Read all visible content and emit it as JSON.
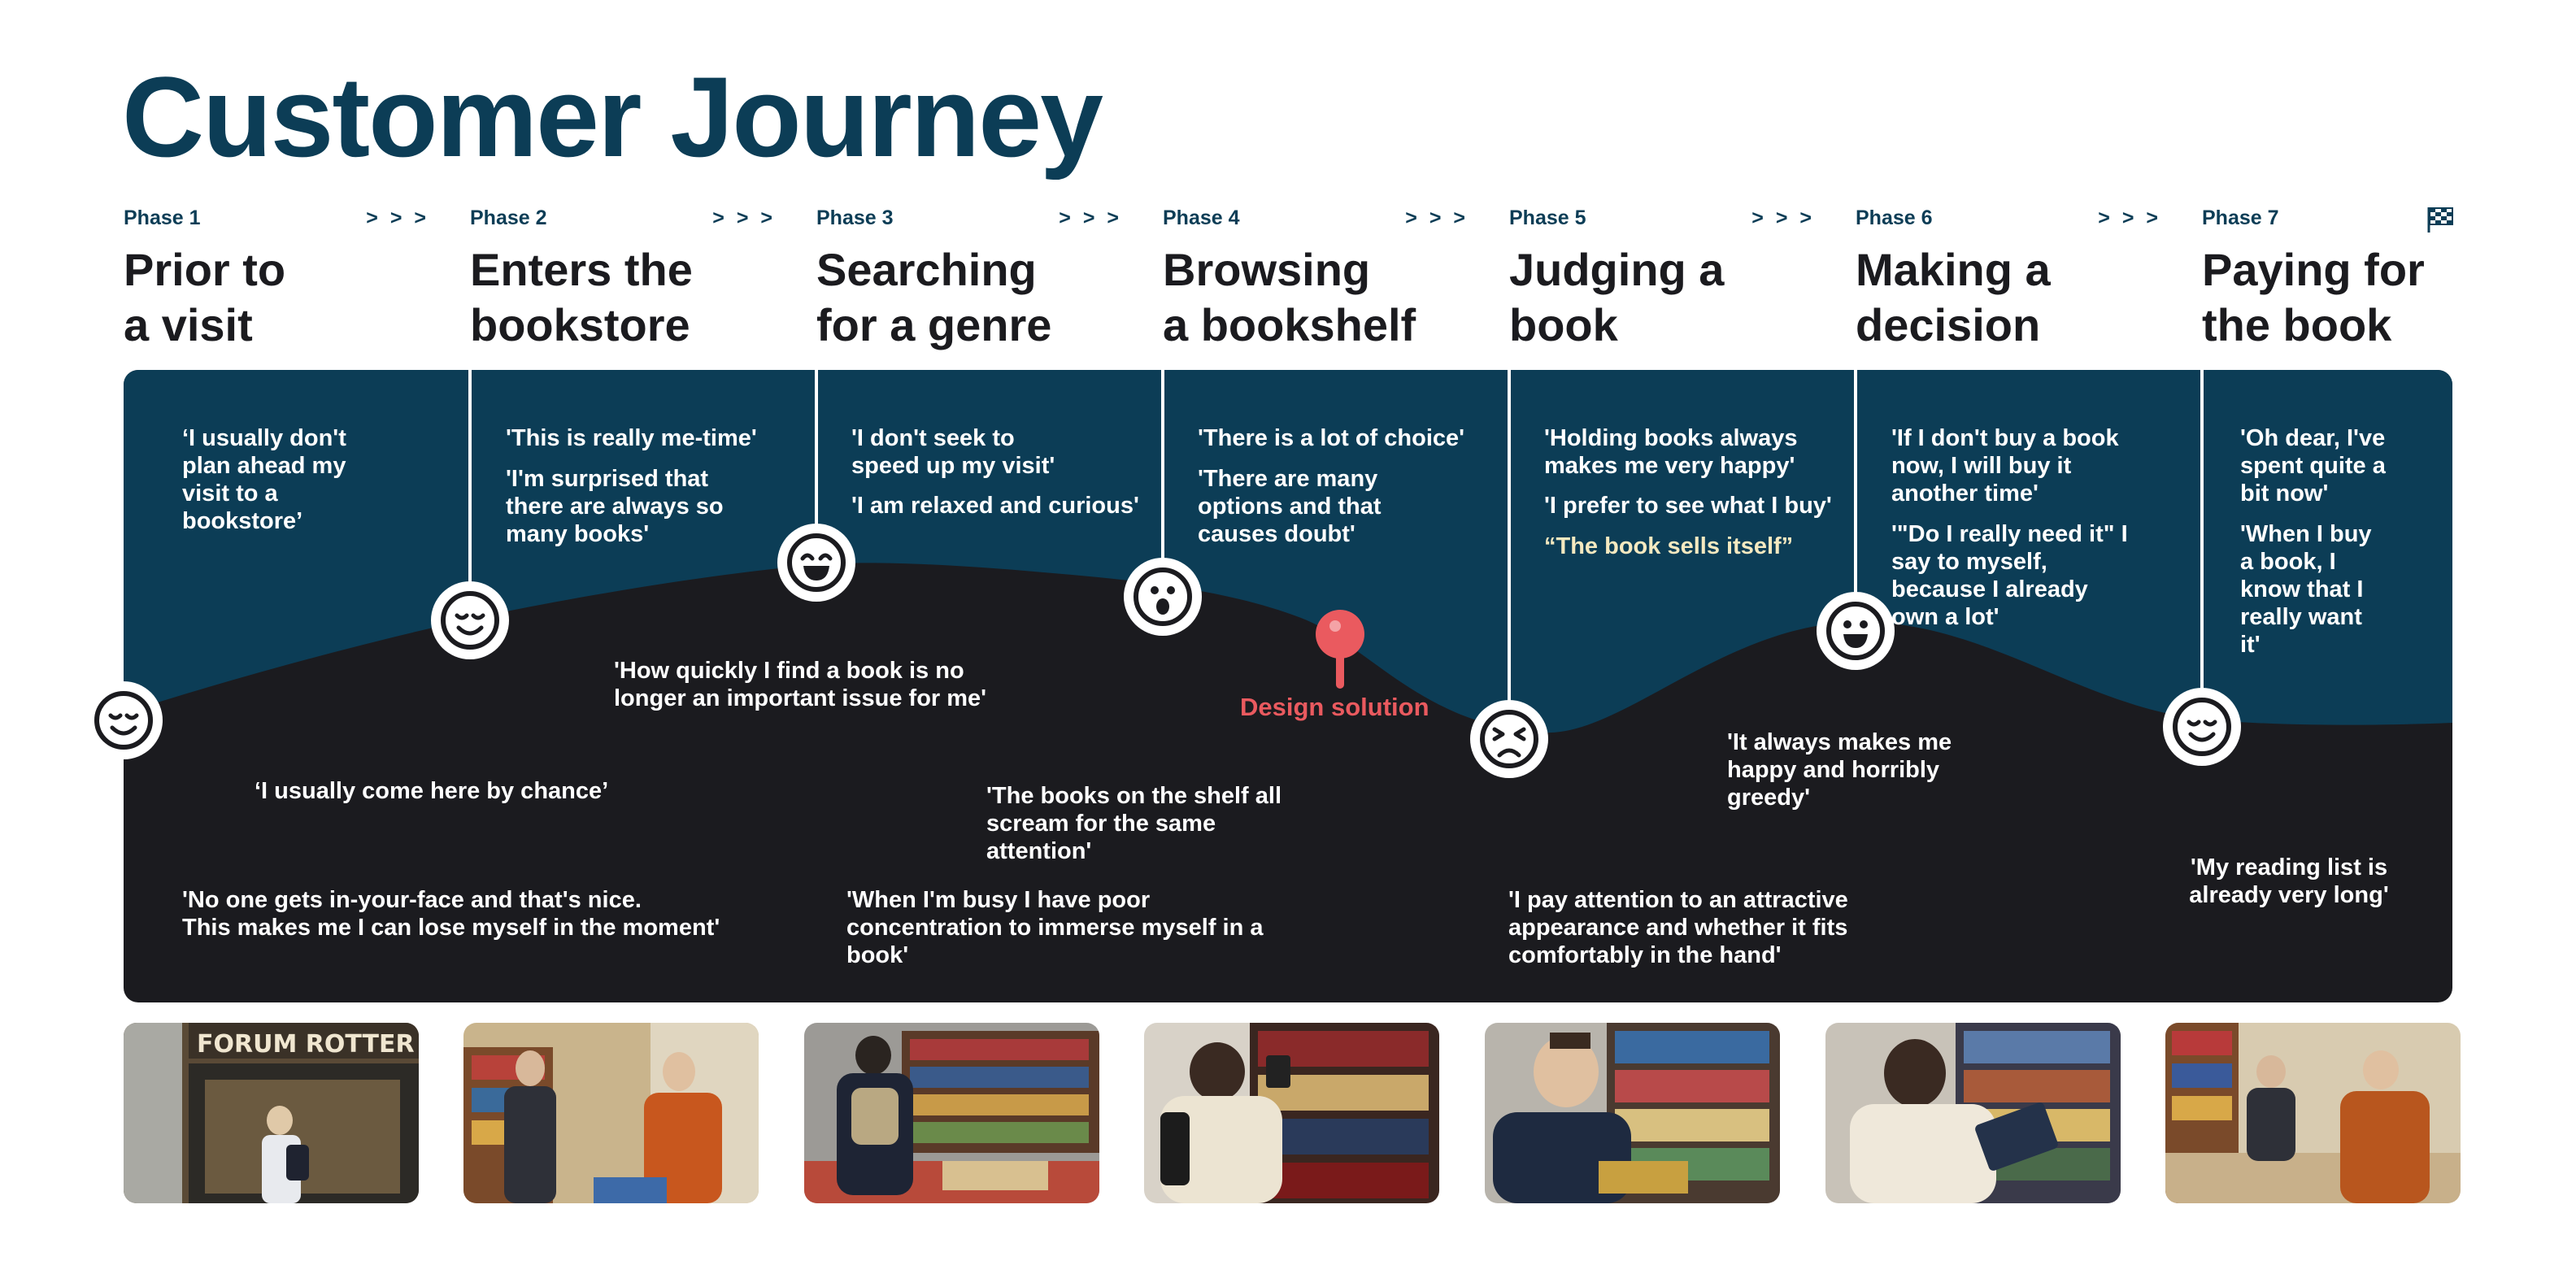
{
  "title": "Customer Journey",
  "colors": {
    "top_band": "#0c3d56",
    "bottom_band": "#1b1b1f",
    "accent": "#ea5a5f",
    "text_dark": "#0c3d56"
  },
  "phase_arrow": "> > >",
  "phases": [
    {
      "num": "Phase 1",
      "title_line1": "Prior to",
      "title_line2": "a visit",
      "emotion": "content",
      "marker": "arrows"
    },
    {
      "num": "Phase 2",
      "title_line1": "Enters the",
      "title_line2": "bookstore",
      "emotion": "content",
      "marker": "arrows"
    },
    {
      "num": "Phase 3",
      "title_line1": "Searching",
      "title_line2": "for a genre",
      "emotion": "very-happy",
      "marker": "arrows"
    },
    {
      "num": "Phase 4",
      "title_line1": "Browsing",
      "title_line2": "a bookshelf",
      "emotion": "surprised",
      "marker": "arrows"
    },
    {
      "num": "Phase 5",
      "title_line1": "Judging a",
      "title_line2": "book",
      "emotion": "frustrated",
      "marker": "arrows"
    },
    {
      "num": "Phase 6",
      "title_line1": "Making a",
      "title_line2": "decision",
      "emotion": "happy",
      "marker": "arrows"
    },
    {
      "num": "Phase 7",
      "title_line1": "Paying for",
      "title_line2": "the book",
      "emotion": "content",
      "marker": "finish-flag-icon"
    }
  ],
  "quotes_top": {
    "p1": [
      "‘I usually don't",
      "plan ahead my",
      "visit to a",
      "bookstore’"
    ],
    "p2a": "'This is really me-time'",
    "p2b": [
      "'I'm surprised that",
      "there are always so",
      "many books'"
    ],
    "p3a": [
      "'I don't seek to",
      "speed up my visit'"
    ],
    "p3b": "'I am relaxed and curious'",
    "p4a": "'There is a lot of choice'",
    "p4b": [
      "'There are many",
      "options and that",
      "causes doubt'"
    ],
    "p5a": [
      "'Holding books always",
      "makes me very happy'"
    ],
    "p5b": "'I prefer to see what I buy'",
    "p5c": "“The book sells itself”",
    "p6a": [
      "'If I don't buy a book",
      "now, I will buy it",
      "another time'"
    ],
    "p6b": [
      "'\"Do I really need it\" I",
      "say to myself,",
      "because I already",
      "own a lot'"
    ],
    "p7a": [
      "'Oh dear, I've",
      "spent quite a",
      "bit now'"
    ],
    "p7b": [
      "'When I buy",
      "a book, I",
      "know that I",
      "really want",
      "it'"
    ]
  },
  "quotes_bottom": {
    "mid_p2": [
      "'How quickly I find a book is no",
      "longer an important issue for me'"
    ],
    "chance": "‘I usually come here by chance’",
    "shelf": [
      "'The books on the shelf all",
      "scream for the same",
      "attention'"
    ],
    "no_one": [
      "'No one gets in-your-face and that's nice.",
      "This makes me I can lose myself in the moment'"
    ],
    "busy": [
      "'When I'm busy I have poor",
      "concentration to immerse myself in a",
      "book'"
    ],
    "attention": [
      "'I pay attention to an attractive",
      "appearance and whether it fits",
      "comfortably in the hand'"
    ],
    "greedy": [
      "'It always makes me",
      "happy and horribly",
      "greedy'"
    ],
    "reading_list": [
      "'My reading list is",
      "already very long'"
    ]
  },
  "design_solution": "Design solution",
  "photos": [
    {
      "scene": "entrance",
      "sign": "FORUM ROTTER"
    },
    {
      "scene": "staff-conversation"
    },
    {
      "scene": "walking-aisles"
    },
    {
      "scene": "browsing-shelf"
    },
    {
      "scene": "reading-book"
    },
    {
      "scene": "holding-book"
    },
    {
      "scene": "checkout-counter"
    }
  ]
}
